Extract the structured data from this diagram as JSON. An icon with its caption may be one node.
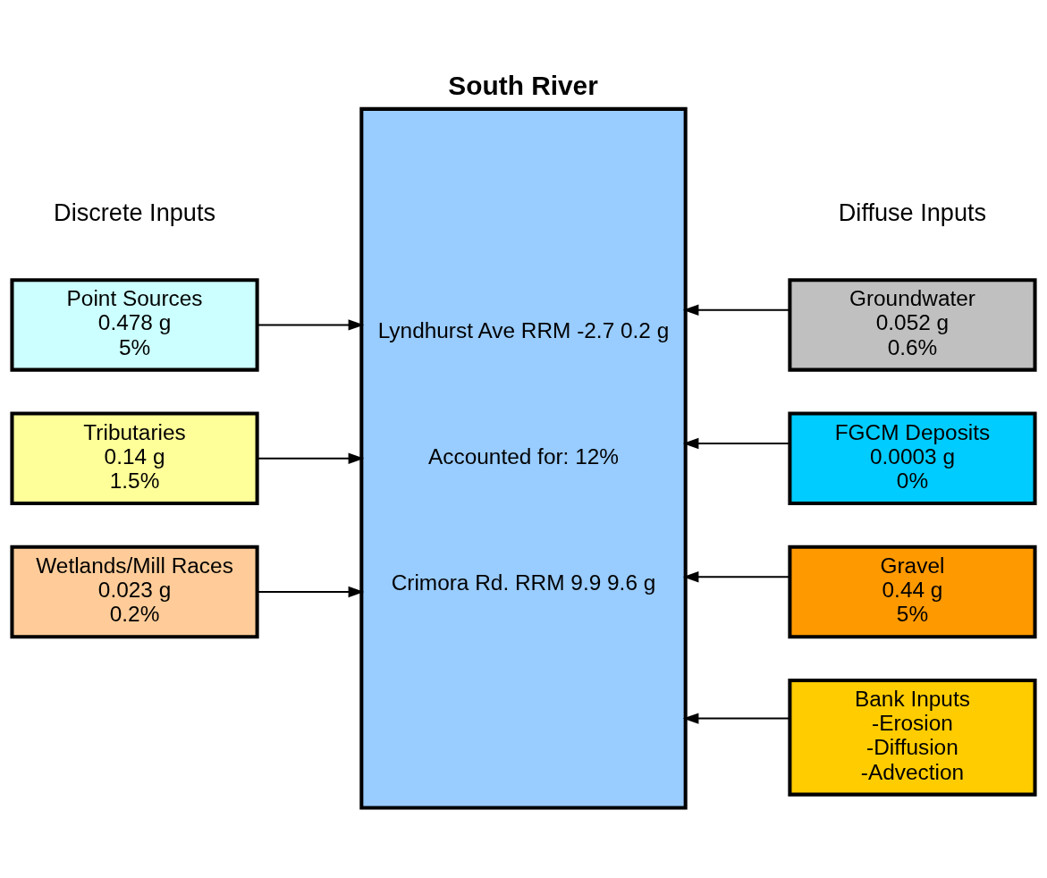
{
  "diagram": {
    "title": "South River",
    "nodes": [
      {
        "text": [
          "Lyndhurst Ave RRM -2.7 0.2 g",
          "Accounted for: 12%",
          "Crimora Rd. RRM 9.9 9.6 g"
        ]
      },
      {
        "text": [
          "Point Sources",
          "0.478 g",
          "5%"
        ]
      },
      {
        "text": [
          "Tributaries",
          "0.14 g",
          "1.5%"
        ]
      },
      {
        "text": [
          "Wetlands/Mill Races",
          "0.023 g",
          "0.2%"
        ]
      },
      {
        "text": [
          "Groundwater",
          "0.052 g",
          "0.6%"
        ]
      },
      {
        "text": [
          "FGCM Deposits",
          "0.0003 g",
          "0%"
        ]
      },
      {
        "text": [
          "Gravel",
          "0.44 g",
          "5%"
        ]
      },
      {
        "text": [
          "Bank Inputs",
          "-Erosion",
          "-Diffusion",
          "-Advection"
        ]
      }
    ],
    "edges": [
      {
        "from": 1,
        "to": 0,
        "arrow": "to"
      },
      {
        "from": 2,
        "to": 0,
        "arrow": "to"
      },
      {
        "from": 3,
        "to": 0,
        "arrow": "to"
      },
      {
        "from": 4,
        "to": 0,
        "arrow": "to"
      },
      {
        "from": 5,
        "to": 0,
        "arrow": "to"
      },
      {
        "from": 6,
        "to": 0,
        "arrow": "to"
      },
      {
        "from": 7,
        "to": 0,
        "arrow": "to"
      }
    ],
    "labels": [
      "Discrete Inputs",
      "Diffuse Inputs"
    ]
  }
}
